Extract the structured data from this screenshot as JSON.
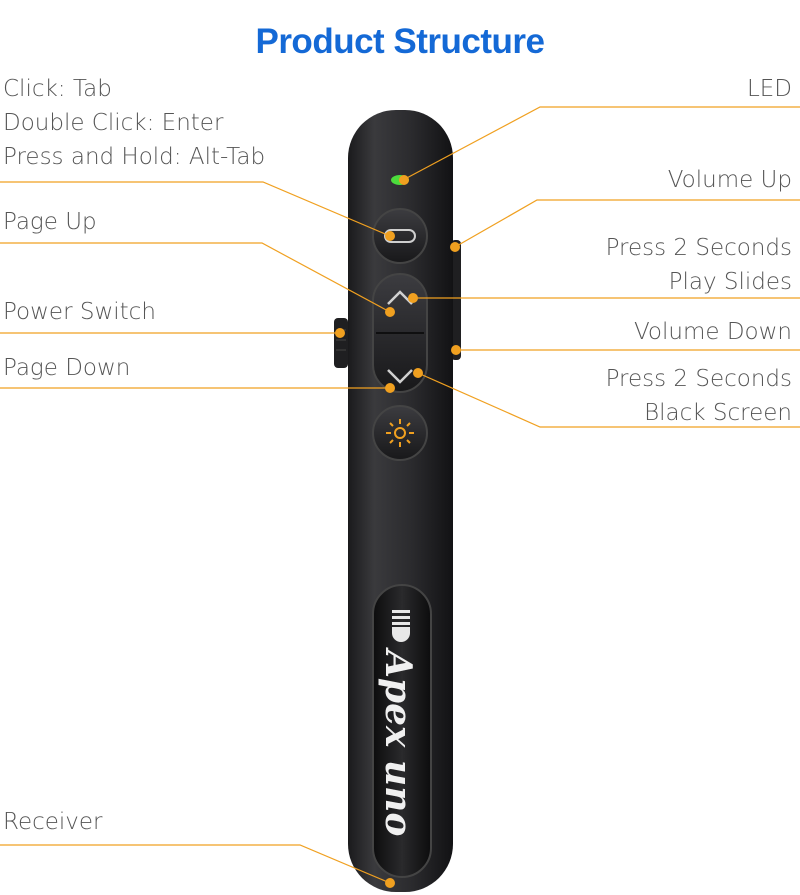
{
  "title": "Product Structure",
  "colors": {
    "title": "#1469d6",
    "leader": "#f0a020",
    "led": "#4cdc3c",
    "body": "#2a2a2c",
    "button": "#1d1d1f",
    "laser": "#f0a020"
  },
  "labels_left": {
    "click_tab": "Click: Tab",
    "double_click": "Double Click: Enter",
    "press_hold": "Press and Hold: Alt-Tab",
    "page_up": "Page Up",
    "power_switch": "Power Switch",
    "page_down": "Page Down",
    "receiver": "Receiver"
  },
  "labels_right": {
    "led": "LED",
    "volume_up": "Volume Up",
    "play_line1": "Press 2 Seconds",
    "play_line2": "Play Slides",
    "volume_down": "Volume Down",
    "black_line1": "Press 2 Seconds",
    "black_line2": "Black Screen"
  },
  "brand": "Apex uno",
  "icons": {
    "tab_button": "pill-icon",
    "page_up_button": "chevron-up-icon",
    "page_down_button": "chevron-down-icon",
    "laser_button": "sun-icon",
    "window_mark": "bulb-icon"
  }
}
